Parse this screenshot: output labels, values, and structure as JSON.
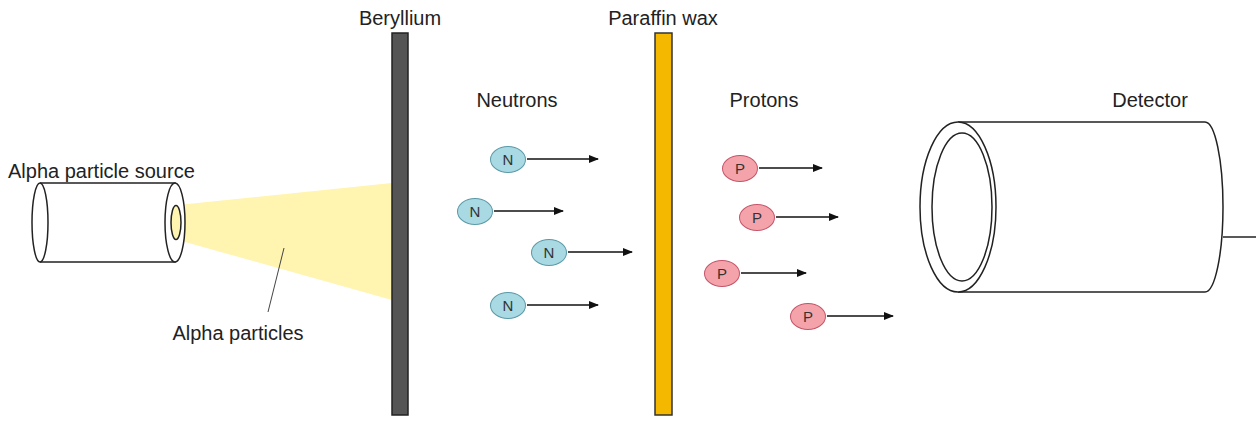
{
  "diagram": {
    "nodes": [
      {
        "text": [
          "N"
        ]
      },
      {
        "text": [
          "N"
        ]
      },
      {
        "text": [
          "N"
        ]
      },
      {
        "text": [
          "N"
        ]
      },
      {
        "text": [
          "P"
        ]
      },
      {
        "text": [
          "P"
        ]
      },
      {
        "text": [
          "P"
        ]
      },
      {
        "text": [
          "P"
        ]
      }
    ],
    "labels": [
      "Beryllium",
      "Paraffin wax",
      "Neutrons",
      "Protons",
      "Detector",
      "Alpha particle source",
      "Alpha particles"
    ]
  }
}
